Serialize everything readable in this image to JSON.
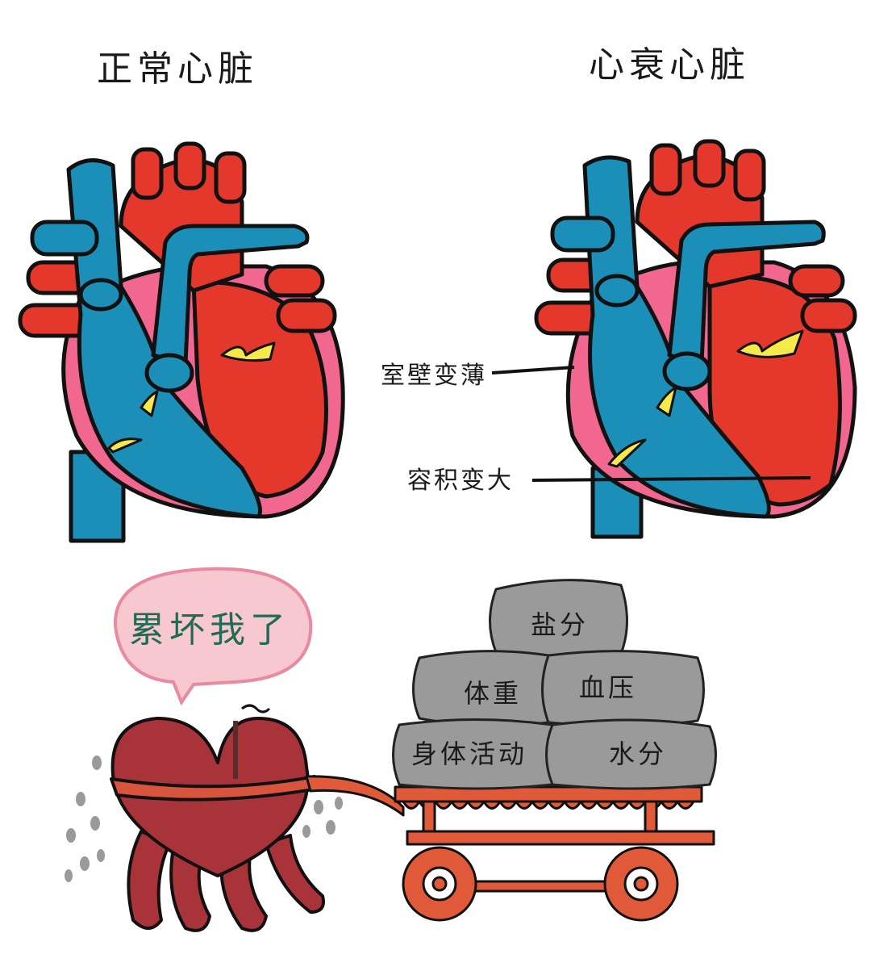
{
  "titles": {
    "left": "正常心脏",
    "right": "心衰心脏"
  },
  "annotations": {
    "wall": "室壁变薄",
    "volume": "容积变大"
  },
  "speech_bubble": "累坏我了",
  "loads": {
    "top": "盐分",
    "middle_left": "体重",
    "middle_right": "血压",
    "bottom_left": "身体活动",
    "bottom_right": "水分"
  },
  "colors": {
    "blue": "#1c8fb8",
    "red": "#e5382c",
    "pink": "#f2678f",
    "yellow": "#f6ea4a",
    "heart": "#a8343a",
    "cart": "#e05a3a",
    "sack": "#9a9a9a",
    "bubble": "#f8c8d0"
  }
}
